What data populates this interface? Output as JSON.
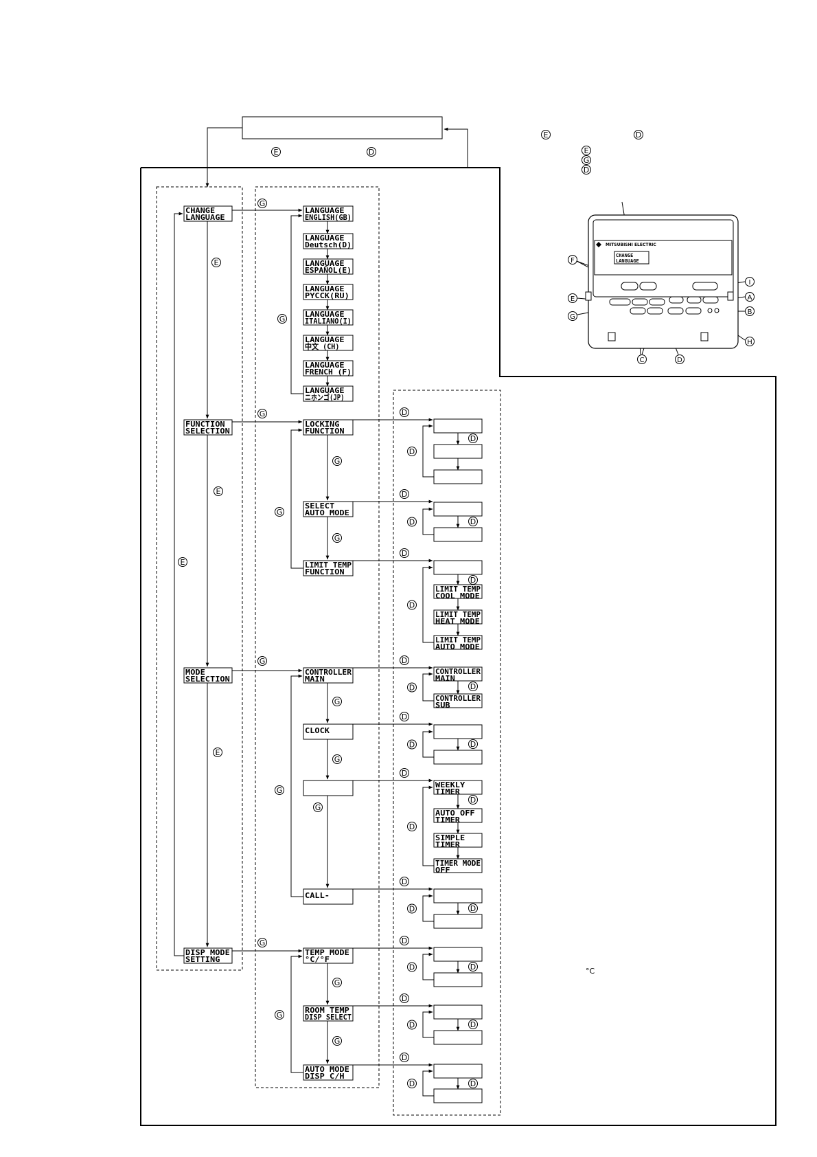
{
  "remote": {
    "brand": "MITSUBISHI ELECTRIC",
    "screen_line1": "CHANGE",
    "screen_line2": "LANGUAGE",
    "button_labels": [
      "A",
      "B",
      "C",
      "D",
      "E",
      "F",
      "G",
      "H",
      "I"
    ]
  },
  "legend": [
    "E",
    "D",
    "E",
    "G",
    "D"
  ],
  "top_arrow_labels": [
    "E",
    "D"
  ],
  "menus": {
    "change_language": [
      "CHANGE",
      "LANGUAGE"
    ],
    "function_selection": [
      "FUNCTION",
      "SELECTION"
    ],
    "mode_selection": [
      "MODE",
      "SELECTION"
    ],
    "disp_mode_setting": [
      "DISP MODE",
      "SETTING"
    ]
  },
  "languages": [
    [
      "LANGUAGE",
      "ENGLISH(GB)"
    ],
    [
      "LANGUAGE",
      "Deutsch(D)"
    ],
    [
      "LANGUAGE",
      "ESPAÑOL(E)"
    ],
    [
      "LANGUAGE",
      "PYCCK(RU)"
    ],
    [
      "LANGUAGE",
      "ITALIANO(I)"
    ],
    [
      "LANGUAGE",
      "中文 (CH)"
    ],
    [
      "LANGUAGE",
      "FRENCH (F)"
    ],
    [
      "LANGUAGE",
      "ニホンゴ(JP)"
    ]
  ],
  "functions": {
    "locking": [
      "LOCKING",
      "FUNCTION"
    ],
    "select_auto": [
      "SELECT",
      "AUTO MODE"
    ],
    "limit_temp": [
      "LIMIT TEMP",
      "FUNCTION"
    ],
    "limit_cool": [
      "LIMIT TEMP",
      "COOL MODE"
    ],
    "limit_heat": [
      "LIMIT TEMP",
      "HEAT MODE"
    ],
    "limit_auto": [
      "LIMIT TEMP",
      "AUTO MODE"
    ]
  },
  "modes": {
    "controller_main": [
      "CONTROLLER",
      "MAIN"
    ],
    "controller_sub": [
      "CONTROLLER",
      "SUB"
    ],
    "clock": [
      "CLOCK"
    ],
    "call": [
      "CALL-"
    ],
    "weekly_timer": [
      "WEEKLY",
      "TIMER"
    ],
    "auto_off_timer": [
      "AUTO OFF",
      "TIMER"
    ],
    "simple_timer": [
      "SIMPLE",
      "TIMER"
    ],
    "timer_mode_off": [
      "TIMER MODE",
      "OFF"
    ]
  },
  "disp": {
    "temp_mode": [
      "TEMP MODE",
      "°C/°F"
    ],
    "room_temp": [
      "ROOM TEMP",
      "DISP SELECT"
    ],
    "auto_mode_disp": [
      "AUTO MODE",
      "DISP C/H"
    ]
  },
  "degree_note": "°C"
}
